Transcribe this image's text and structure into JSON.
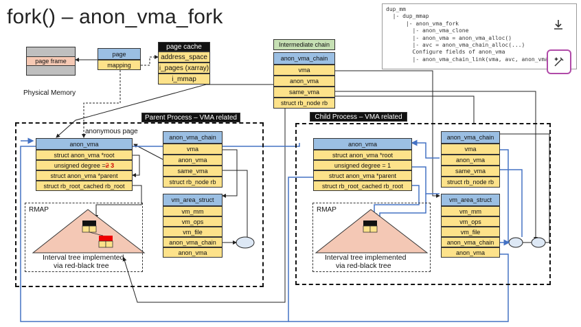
{
  "title": "fork() – anon_vma_fork",
  "code_lines": [
    "dup_mm",
    "  |- dup_mmap",
    "      |- anon_vma_fork",
    "        |- anon_vma_clone",
    "        |- anon_vma = anon_vma_alloc()",
    "        |- avc = anon_vma_chain_alloc(...)",
    "        Configure fields of anon_vma",
    "        |- anon_vma_chain_link(vma, avc, anon_vma)"
  ],
  "icons": {
    "download": "download-icon",
    "edit": "magic-pen-icon"
  },
  "physical_memory": {
    "page_frame": "page frame",
    "label": "Physical Memory"
  },
  "page": {
    "title": "page",
    "mapping": "mapping"
  },
  "page_cache": {
    "title": "page cache",
    "fields": [
      "address_space",
      "i_pages (xarray)",
      "i_mmap"
    ]
  },
  "intermediate": {
    "title": "Intermediate chain",
    "header": "anon_vma_chain",
    "fields": [
      "vma",
      "anon_vma",
      "same_vma",
      "struct rb_node rb"
    ]
  },
  "anonymous_page_label": "anonymous page",
  "parent": {
    "title": "Parent Process – VMA related",
    "anon_vma": {
      "header": "anon_vma",
      "fields": [
        "struct anon_vma *root",
        "unsigned degree = ",
        "struct anon_vma *parent",
        "struct rb_root_cached rb_root"
      ],
      "degree_old": "2",
      "degree_new": "3"
    },
    "chain": {
      "header": "anon_vma_chain",
      "fields": [
        "vma",
        "anon_vma",
        "same_vma",
        "struct rb_node rb"
      ]
    },
    "vm_area": {
      "header": "vm_area_struct",
      "fields": [
        "vm_mm",
        "vm_ops",
        "vm_file",
        "anon_vma_chain",
        "anon_vma"
      ]
    },
    "rmap": "RMAP",
    "tree_caption": [
      "Interval tree implemented",
      "via red-black tree"
    ]
  },
  "child": {
    "title": "Child Process – VMA related",
    "anon_vma": {
      "header": "anon_vma",
      "fields": [
        "struct anon_vma *root",
        "unsigned degree = 1",
        "struct anon_vma *parent",
        "struct rb_root_cached rb_root"
      ]
    },
    "chain": {
      "header": "anon_vma_chain",
      "fields": [
        "vma",
        "anon_vma",
        "same_vma",
        "struct rb_node rb"
      ]
    },
    "vm_area": {
      "header": "vm_area_struct",
      "fields": [
        "vm_mm",
        "vm_ops",
        "vm_file",
        "anon_vma_chain",
        "anon_vma"
      ]
    },
    "rmap": "RMAP",
    "tree_caption": [
      "Interval tree implemented",
      "via red-black tree"
    ]
  }
}
